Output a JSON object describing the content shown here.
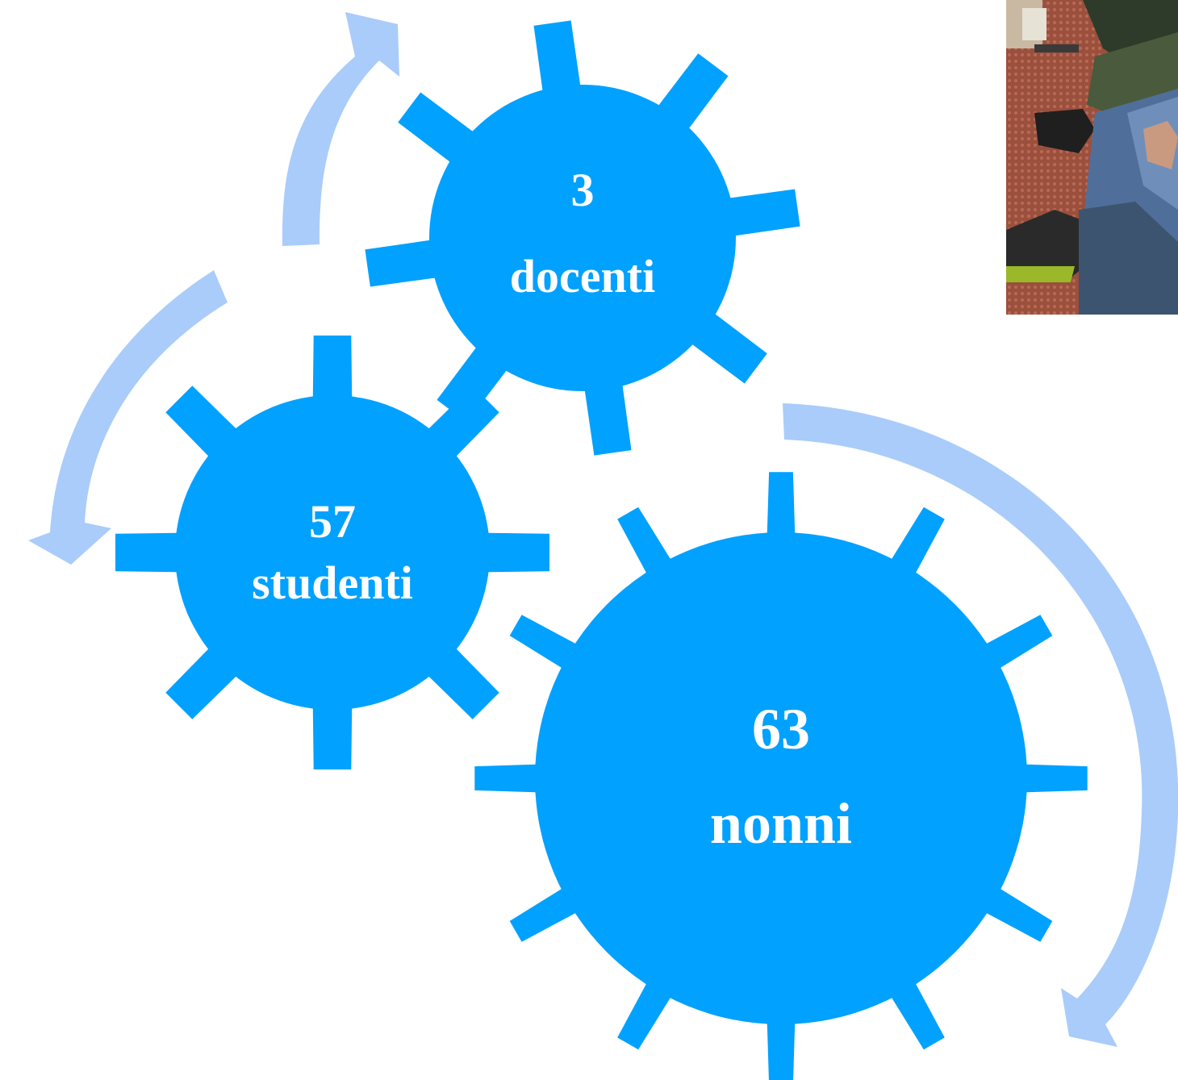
{
  "colors": {
    "gear": "#00a1ff",
    "arrow": "#a9ccfa",
    "text": "#ffffff"
  },
  "gears": [
    {
      "number": "3",
      "label": "docenti"
    },
    {
      "number": "57",
      "label": "studenti"
    },
    {
      "number": "63",
      "label": "nonni"
    }
  ],
  "photo": {
    "description_icon": "people-seated-photo-icon"
  }
}
